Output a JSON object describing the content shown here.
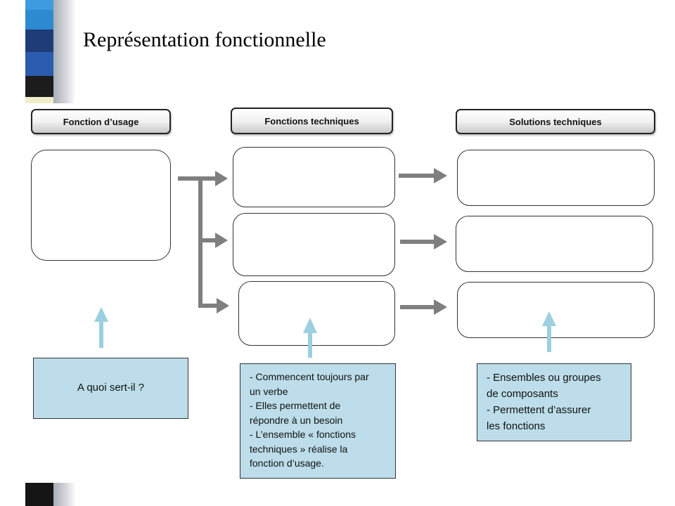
{
  "slide": {
    "title": "Représentation fonctionnelle"
  },
  "diagram": {
    "headers": {
      "usage": "Fonction d’usage",
      "technical_functions": "Fonctions techniques",
      "technical_solutions": "Solutions techniques"
    },
    "notes": {
      "usage": "A quoi sert-il ?",
      "technical_functions": [
        "- Commencent toujours par",
        "un verbe",
        "- Elles permettent de",
        "répondre à un besoin",
        "- L’ensemble « fonctions",
        "techniques » réalise la",
        "fonction d’usage."
      ],
      "technical_solutions": [
        "- Ensembles ou groupes",
        "de composants",
        "- Permettent d’assurer",
        "les fonctions"
      ]
    }
  },
  "colors": {
    "note_fill": "#bcdde9",
    "grey_arrow": "#7f7f7f",
    "blue_arrow": "#9ccfe0",
    "stripe": [
      "#2e8ad0",
      "#3a6fb8",
      "#1f3c78",
      "#2a5db0",
      "#1c1c1c",
      "#f2eecc",
      "#151515"
    ]
  }
}
